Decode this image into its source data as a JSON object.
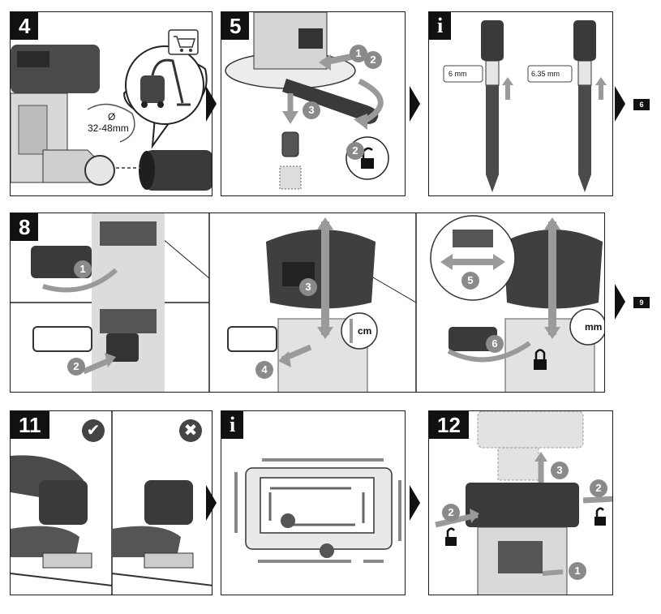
{
  "panels": {
    "p4": {
      "step": "4",
      "diameter_symbol": "Ø",
      "diameter_range": "32-48mm",
      "cart_icon": "shopping-cart-icon",
      "vacuum_icon": "vacuum-cleaner-icon"
    },
    "p5": {
      "step": "5",
      "c1": "1",
      "c2": "2",
      "c3": "3",
      "c2b": "2",
      "lock_icon": "unlock-icon"
    },
    "pi1": {
      "step": "i",
      "label_a": "6 mm",
      "label_b": "6.35 mm",
      "next_ref": "6"
    },
    "p8": {
      "step": "8",
      "c1": "1",
      "c2": "2",
      "c3": "3",
      "c4": "4",
      "c5": "5",
      "c6": "6",
      "unit_cm": "cm",
      "unit_mm": "mm",
      "next_ref": "9"
    },
    "p11": {
      "step": "11",
      "ok_icon": "check-icon",
      "bad_icon": "cross-icon",
      "ok_mark": "✔",
      "bad_mark": "✖"
    },
    "pi2": {
      "step": "i"
    },
    "p12": {
      "step": "12",
      "c1": "1",
      "c2a": "2",
      "c2b": "2",
      "c3": "3"
    }
  },
  "colors": {
    "frame": "#1a1a1a",
    "tool_dark": "#3a3a3a",
    "tool_mid": "#6e6e6e",
    "arrow_gray": "#8c8c8c",
    "badge": "#111111"
  }
}
